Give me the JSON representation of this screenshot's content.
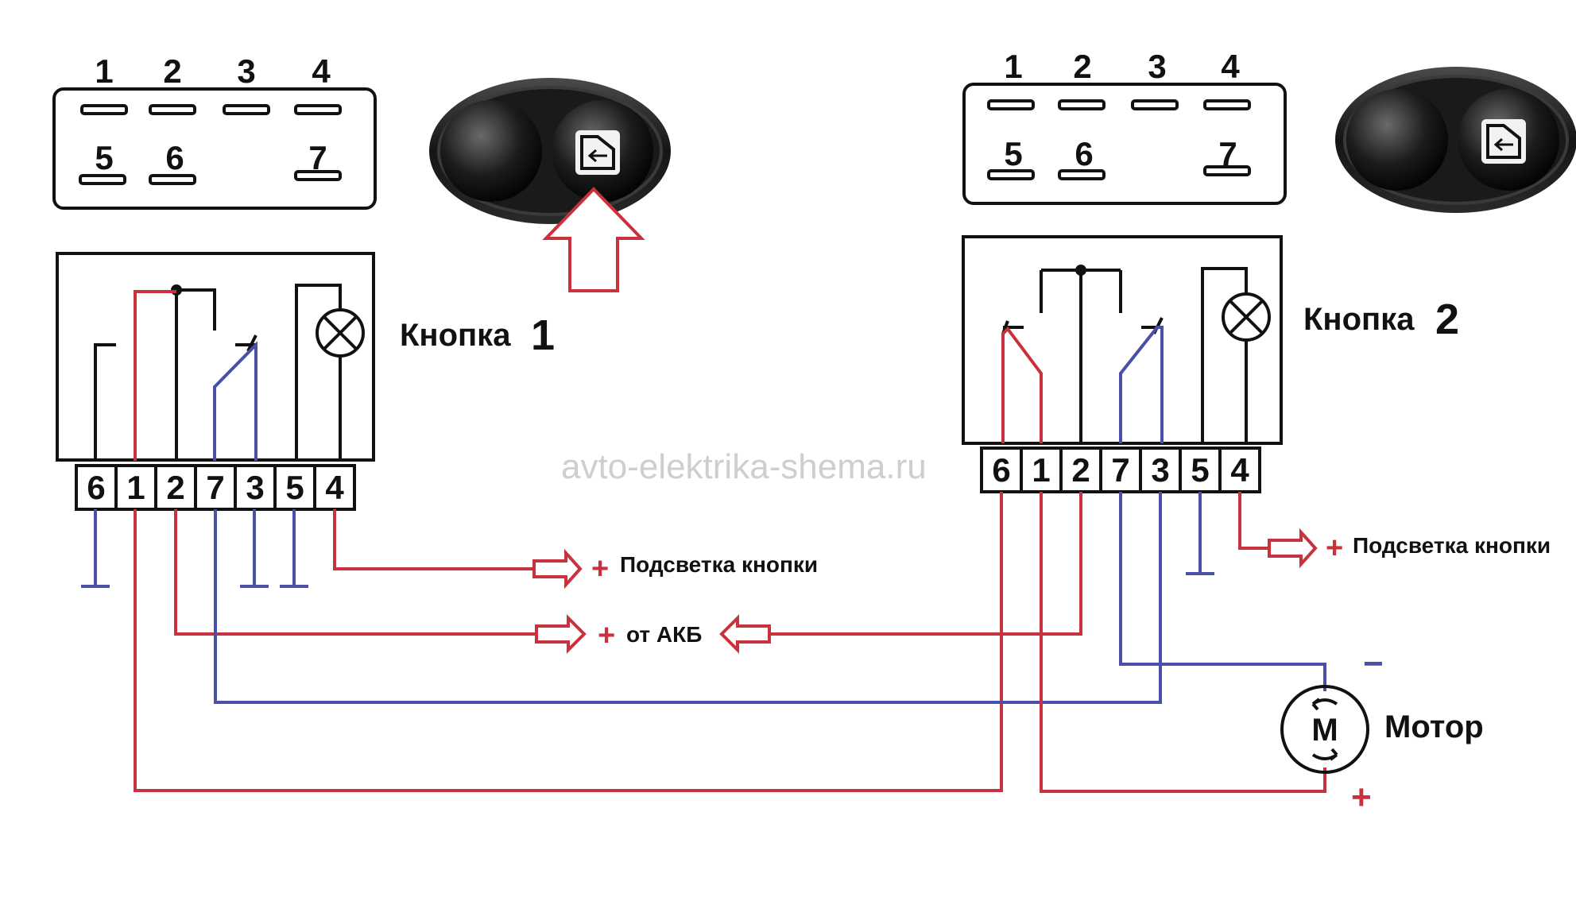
{
  "pin_layout": {
    "top_row": [
      "1",
      "2",
      "3",
      "4"
    ],
    "bottom_row": [
      "5",
      "6",
      "7"
    ]
  },
  "button1": {
    "title": "Кнопка",
    "number": "1",
    "terminals": [
      "6",
      "1",
      "2",
      "7",
      "3",
      "5",
      "4"
    ]
  },
  "button2": {
    "title": "Кнопка",
    "number": "2",
    "terminals": [
      "6",
      "1",
      "2",
      "7",
      "3",
      "5",
      "4"
    ]
  },
  "labels": {
    "backlight1": "Подсветка кнопки",
    "backlight2": "Подсветка кнопки",
    "battery": "от АКБ",
    "motor": "Мотор",
    "motor_symbol": "М",
    "plus": "+",
    "minus": "−"
  },
  "watermark": "avto-elektrika-shema.ru",
  "colors": {
    "positive_wire": "#c8323c",
    "negative_wire": "#4a4fa8",
    "outline": "#111111"
  },
  "icons": [
    "window-switch-photo",
    "door-window-icon",
    "arrow-up-icon",
    "lamp-icon",
    "motor-icon",
    "ground-icon"
  ]
}
